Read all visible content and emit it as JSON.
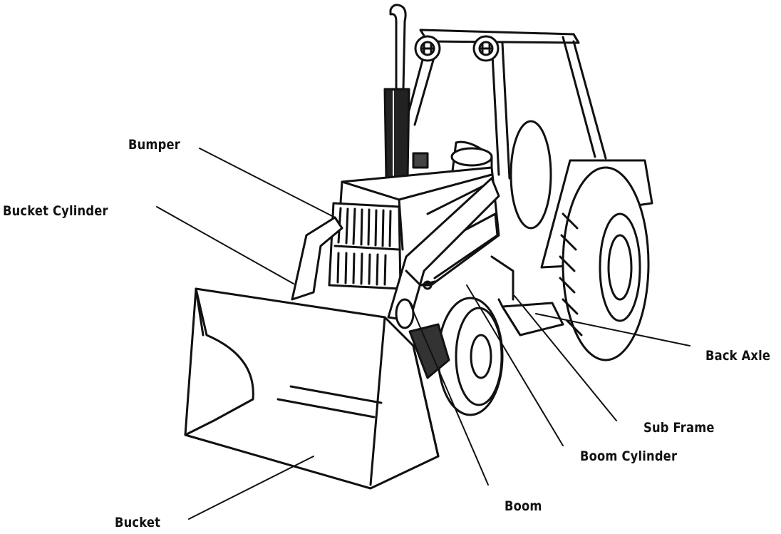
{
  "diagram": {
    "labels": {
      "bumper": "Bumper",
      "bucket_cylinder": "Bucket Cylinder",
      "back_axle": "Back Axle",
      "sub_frame": "Sub Frame",
      "boom_cylinder": "Boom Cylinder",
      "boom": "Boom",
      "bucket": "Bucket"
    },
    "colors": {
      "ink": "#111111",
      "background": "#ffffff"
    }
  }
}
